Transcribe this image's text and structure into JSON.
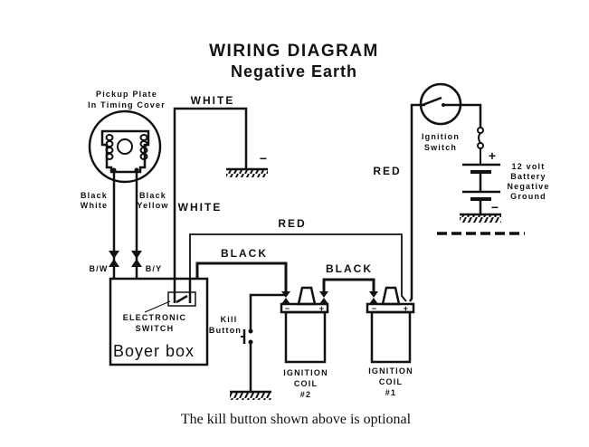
{
  "title": "WIRING DIAGRAM",
  "subtitle": "Negative Earth",
  "caption": "The kill button shown above is optional",
  "pickup": {
    "label_line1": "Pickup Plate",
    "label_line2": "In Timing Cover"
  },
  "wires": {
    "black_white_line1": "Black",
    "black_white_line2": "White",
    "black_yellow_line1": "Black",
    "black_yellow_line2": "Yellow",
    "bw_short": "B/W",
    "by_short": "B/Y",
    "white_top": "WHITE",
    "white_side": "WHITE",
    "red_top": "RED",
    "red_side": "RED",
    "black_1": "BLACK",
    "black_2": "BLACK"
  },
  "boyer_box": {
    "switch_line1": "ELECTRONIC",
    "switch_line2": "SWITCH",
    "name": "Boyer box"
  },
  "kill_button": {
    "line1": "Kill",
    "line2": "Button"
  },
  "coil2": {
    "line1": "IGNITION",
    "line2": "COIL",
    "line3": "#2",
    "minus": "−",
    "plus": "+"
  },
  "coil1": {
    "line1": "IGNITION",
    "line2": "COIL",
    "line3": "#1",
    "minus": "−",
    "plus": "+"
  },
  "ignition_switch": {
    "line1": "Ignition",
    "line2": "Switch"
  },
  "battery": {
    "line1": "12 volt",
    "line2": "Battery",
    "line3": "Negative",
    "line4": "Ground",
    "plus": "+",
    "minus": "−"
  },
  "ground_minus": "−"
}
